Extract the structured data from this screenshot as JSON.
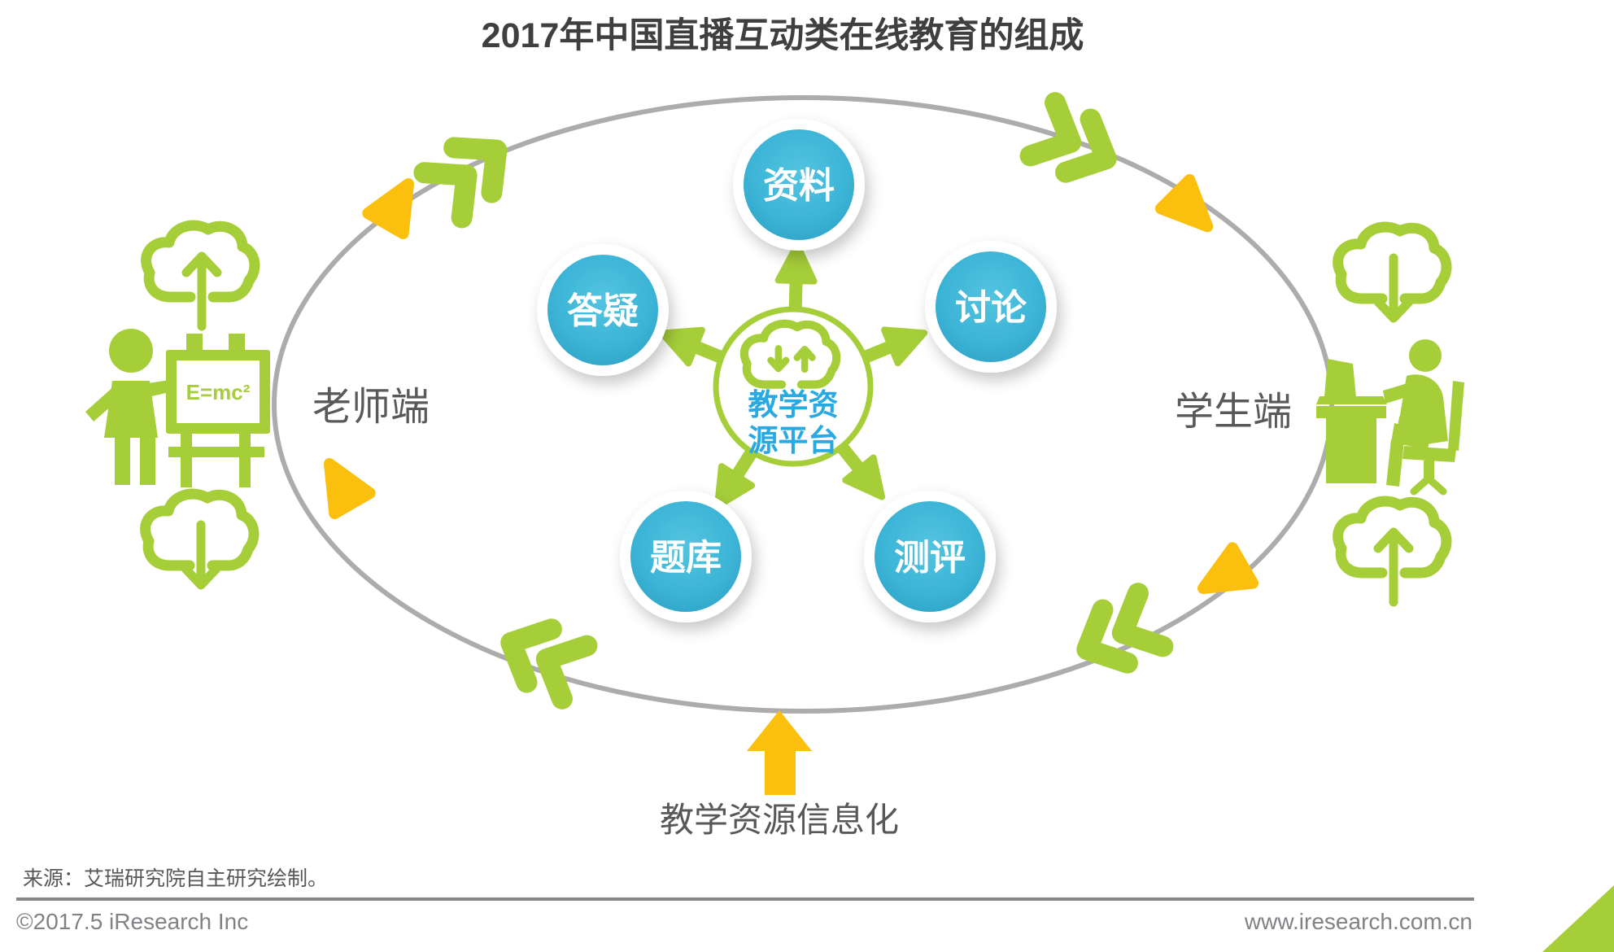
{
  "title": "2017年中国直播互动类在线教育的组成",
  "hub": {
    "label_line1": "教学资",
    "label_line2": "源平台"
  },
  "nodes": [
    {
      "id": "ziliao",
      "label": "资料"
    },
    {
      "id": "dayi",
      "label": "答疑"
    },
    {
      "id": "taolun",
      "label": "讨论"
    },
    {
      "id": "tiku",
      "label": "题库"
    },
    {
      "id": "ceping",
      "label": "测评"
    }
  ],
  "sides": {
    "teacher_label": "老师端",
    "student_label": "学生端",
    "board_formula": "E=mc²"
  },
  "bottom": {
    "label": "教学资源信息化"
  },
  "footer": {
    "source": "来源：艾瑞研究院自主研究绘制。",
    "copyright": "©2017.5 iResearch Inc",
    "website": "www.iresearch.com.cn"
  },
  "colors": {
    "green": "#A6CE39",
    "yellow": "#FBBF0D",
    "blue_circle": "#3CB4D6",
    "blue_text": "#29A9E1",
    "ellipse_gray": "#ACACAC",
    "title_gray": "#3F3F3F",
    "label_gray": "#595757",
    "footer_gray": "#808285"
  }
}
